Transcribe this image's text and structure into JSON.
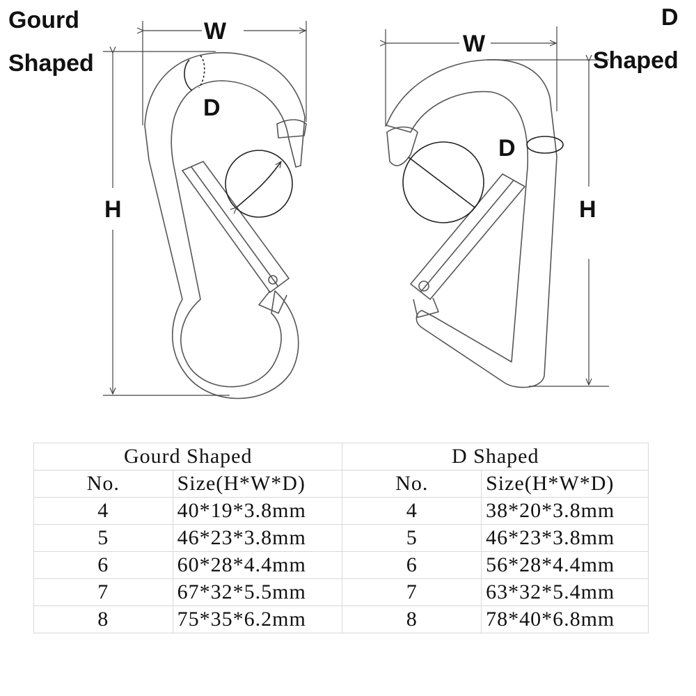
{
  "gourd": {
    "title_line1": "Gourd",
    "title_line2": "Shaped",
    "dim_w": "W",
    "dim_h": "H",
    "dim_d": "D"
  },
  "dshape": {
    "title_line1": "D",
    "title_line2": "Shaped",
    "dim_w": "W",
    "dim_h": "H",
    "dim_d": "D"
  },
  "table": {
    "gourd_header": "Gourd Shaped",
    "d_header": "D Shaped",
    "col_no": "No.",
    "col_size": "Size(H*W*D)",
    "gourd_rows": [
      {
        "no": "4",
        "size": "40*19*3.8mm"
      },
      {
        "no": "5",
        "size": "46*23*3.8mm"
      },
      {
        "no": "6",
        "size": "60*28*4.4mm"
      },
      {
        "no": "7",
        "size": "67*32*5.5mm"
      },
      {
        "no": "8",
        "size": "75*35*6.2mm"
      }
    ],
    "d_rows": [
      {
        "no": "4",
        "size": "38*20*3.8mm"
      },
      {
        "no": "5",
        "size": "46*23*3.8mm"
      },
      {
        "no": "6",
        "size": "56*28*4.4mm"
      },
      {
        "no": "7",
        "size": "63*32*5.4mm"
      },
      {
        "no": "8",
        "size": "78*40*6.8mm"
      }
    ]
  }
}
